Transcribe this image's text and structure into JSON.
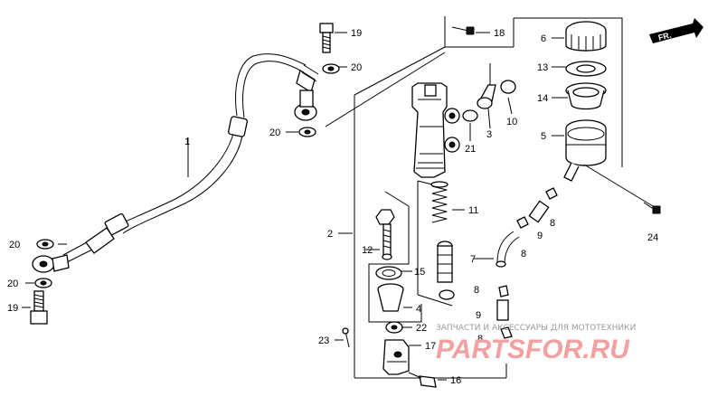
{
  "callouts": [
    {
      "id": "c1",
      "text": "1"
    },
    {
      "id": "c2",
      "text": "2"
    },
    {
      "id": "c3",
      "text": "3"
    },
    {
      "id": "c4",
      "text": "4"
    },
    {
      "id": "c5",
      "text": "5"
    },
    {
      "id": "c6",
      "text": "6"
    },
    {
      "id": "c7",
      "text": "7"
    },
    {
      "id": "c8a",
      "text": "8"
    },
    {
      "id": "c8b",
      "text": "8"
    },
    {
      "id": "c8c",
      "text": "8"
    },
    {
      "id": "c8d",
      "text": "8"
    },
    {
      "id": "c9a",
      "text": "9"
    },
    {
      "id": "c9b",
      "text": "9"
    },
    {
      "id": "c10",
      "text": "10"
    },
    {
      "id": "c11",
      "text": "11"
    },
    {
      "id": "c12",
      "text": "12"
    },
    {
      "id": "c13",
      "text": "13"
    },
    {
      "id": "c14",
      "text": "14"
    },
    {
      "id": "c15",
      "text": "15"
    },
    {
      "id": "c16",
      "text": "16"
    },
    {
      "id": "c17",
      "text": "17"
    },
    {
      "id": "c18",
      "text": "18"
    },
    {
      "id": "c19a",
      "text": "19"
    },
    {
      "id": "c19b",
      "text": "19"
    },
    {
      "id": "c20a",
      "text": "20"
    },
    {
      "id": "c20b",
      "text": "20"
    },
    {
      "id": "c20c",
      "text": "20"
    },
    {
      "id": "c20d",
      "text": "20"
    },
    {
      "id": "c21",
      "text": "21"
    },
    {
      "id": "c22",
      "text": "22"
    },
    {
      "id": "c23",
      "text": "23"
    },
    {
      "id": "c24",
      "text": "24"
    }
  ],
  "direction_badge": "FR.",
  "watermark": {
    "caption": "ЗАПЧАСТИ И АКСЕССУАРЫ ДЛЯ МОТОТЕХНИКИ",
    "brand": "PARTSFOR.RU"
  }
}
